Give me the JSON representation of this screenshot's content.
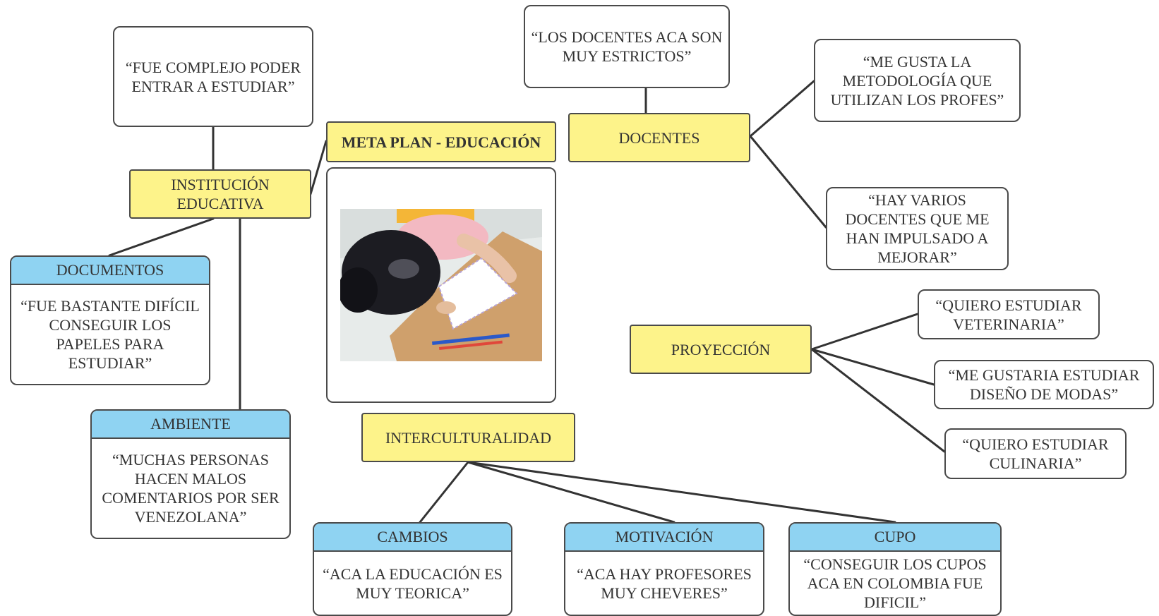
{
  "title": "META PLAN - EDUCACIÓN",
  "nodes": {
    "institucion": "INSTITUCIÓN EDUCATIVA",
    "institucion_quote": "“FUE COMPLEJO PODER ENTRAR A ESTUDIAR”",
    "documentos": {
      "label": "DOCUMENTOS",
      "quote": "“FUE BASTANTE DIFÍCIL CONSEGUIR LOS PAPELES PARA ESTUDIAR”"
    },
    "ambiente": {
      "label": "AMBIENTE",
      "quote": "“MUCHAS PERSONAS HACEN MALOS COMENTARIOS POR SER VENEZOLANA”"
    },
    "docentes": "DOCENTES",
    "docentes_quote_1": "“LOS DOCENTES ACA SON MUY ESTRICTOS”",
    "docentes_quote_2": "“ME GUSTA LA METODOLOGÍA QUE UTILIZAN LOS PROFES”",
    "docentes_quote_3": "“HAY VARIOS DOCENTES QUE ME HAN IMPULSADO A MEJORAR”",
    "proyeccion": "PROYECCIÓN",
    "proyeccion_quote_1": "“QUIERO ESTUDIAR VETERINARIA”",
    "proyeccion_quote_2": "“ME GUSTARIA ESTUDIAR DISEÑO DE MODAS”",
    "proyeccion_quote_3": "“QUIERO ESTUDIAR CULINARIA”",
    "interculturalidad": "INTERCULTURALIDAD",
    "cambios": {
      "label": "CAMBIOS",
      "quote": "“ACA LA EDUCACIÓN ES MUY TEORICA”"
    },
    "motivacion": {
      "label": "MOTIVACIÓN",
      "quote": "“ACA HAY PROFESORES MUY CHEVERES”"
    },
    "cupo": {
      "label": "CUPO",
      "quote": "“CONSEGUIR LOS CUPOS ACA EN COLOMBIA FUE DIFICIL”"
    }
  },
  "colors": {
    "yellow": "#fdf38a",
    "blue": "#8fd3f2",
    "line": "#333333"
  }
}
